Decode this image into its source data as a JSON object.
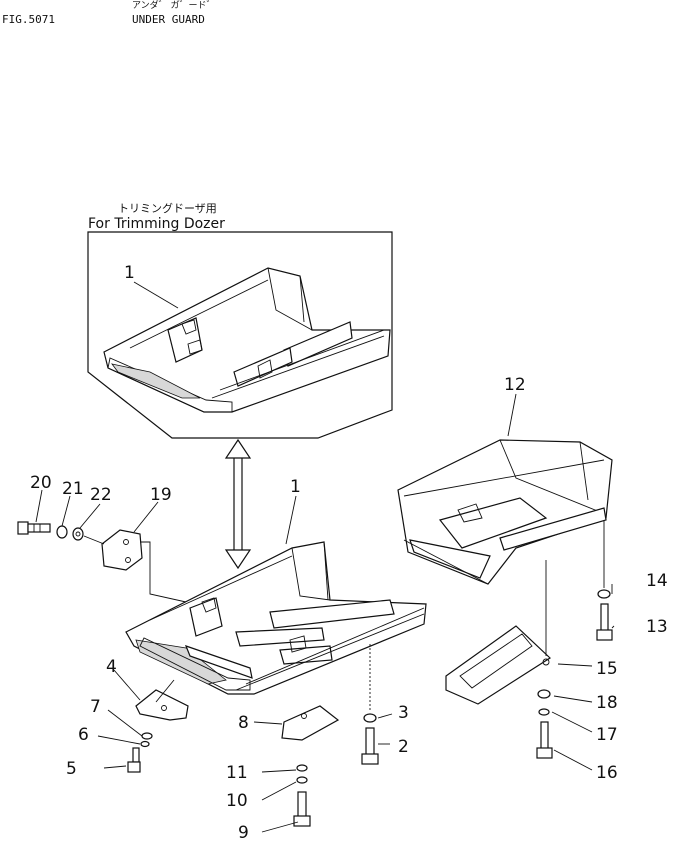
{
  "header": {
    "figure_label": "FIG.5071",
    "title_katakana": "アンダ゛ ガ゛ード゛",
    "title": "UNDER GUARD"
  },
  "inset": {
    "caption_jp": "トリミングドーザ用",
    "caption_en": "For Trimming Dozer"
  },
  "parts": {
    "p1a": "1",
    "p1b": "1",
    "p2": "2",
    "p3": "3",
    "p4": "4",
    "p5": "5",
    "p6": "6",
    "p7": "7",
    "p8": "8",
    "p9": "9",
    "p10": "10",
    "p11": "11",
    "p12": "12",
    "p13": "13",
    "p14": "14",
    "p15": "15",
    "p16": "16",
    "p17": "17",
    "p18": "18",
    "p19": "19",
    "p20": "20",
    "p21": "21",
    "p22": "22"
  }
}
